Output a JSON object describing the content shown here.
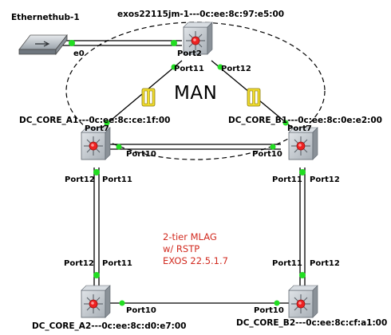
{
  "devices": {
    "hub": "Ethernethub-1",
    "top": "exos22115jm-1---0c:ee:8c:97:e5:00",
    "a1": "DC_CORE_A1---0c:ee:8c:ce:1f:00",
    "b1": "DC_CORE_B1---0c:ee:8c:0e:e2:00",
    "a2": "DC_CORE_A2---0c:ee:8c:d0:e7:00",
    "b2": "DC_CORE_B2---0c:ee:8c:cf:a1:00"
  },
  "ports": {
    "hub_e0": "e0",
    "top_hub": "Port2",
    "top_a1": "Port11",
    "top_b1": "Port12",
    "a1_top": "Port7",
    "a1_b1": "Port10",
    "b1_top": "Port7",
    "b1_a1": "Port10",
    "a1_down_12": "Port12",
    "a1_down_11": "Port11",
    "b1_down_11": "Port11",
    "b1_down_12": "Port12",
    "a2_up_12": "Port12",
    "a2_up_11": "Port11",
    "b2_up_11": "Port11",
    "b2_up_12": "Port12",
    "a2_b2": "Port10",
    "b2_a2": "Port10"
  },
  "man_label": "MAN",
  "note": {
    "line1": "2-tier MLAG",
    "line2": "w/ RSTP",
    "line3": "EXOS 22.5.1.7"
  },
  "colors": {
    "link": "#000000",
    "port_dot": "#22dd22",
    "switch_face": "#c7ccd1",
    "switch_side": "#8a9198",
    "switch_center": "#ee2222",
    "note_text": "#d22b20",
    "suspend_icon": "#f0dc2c"
  }
}
